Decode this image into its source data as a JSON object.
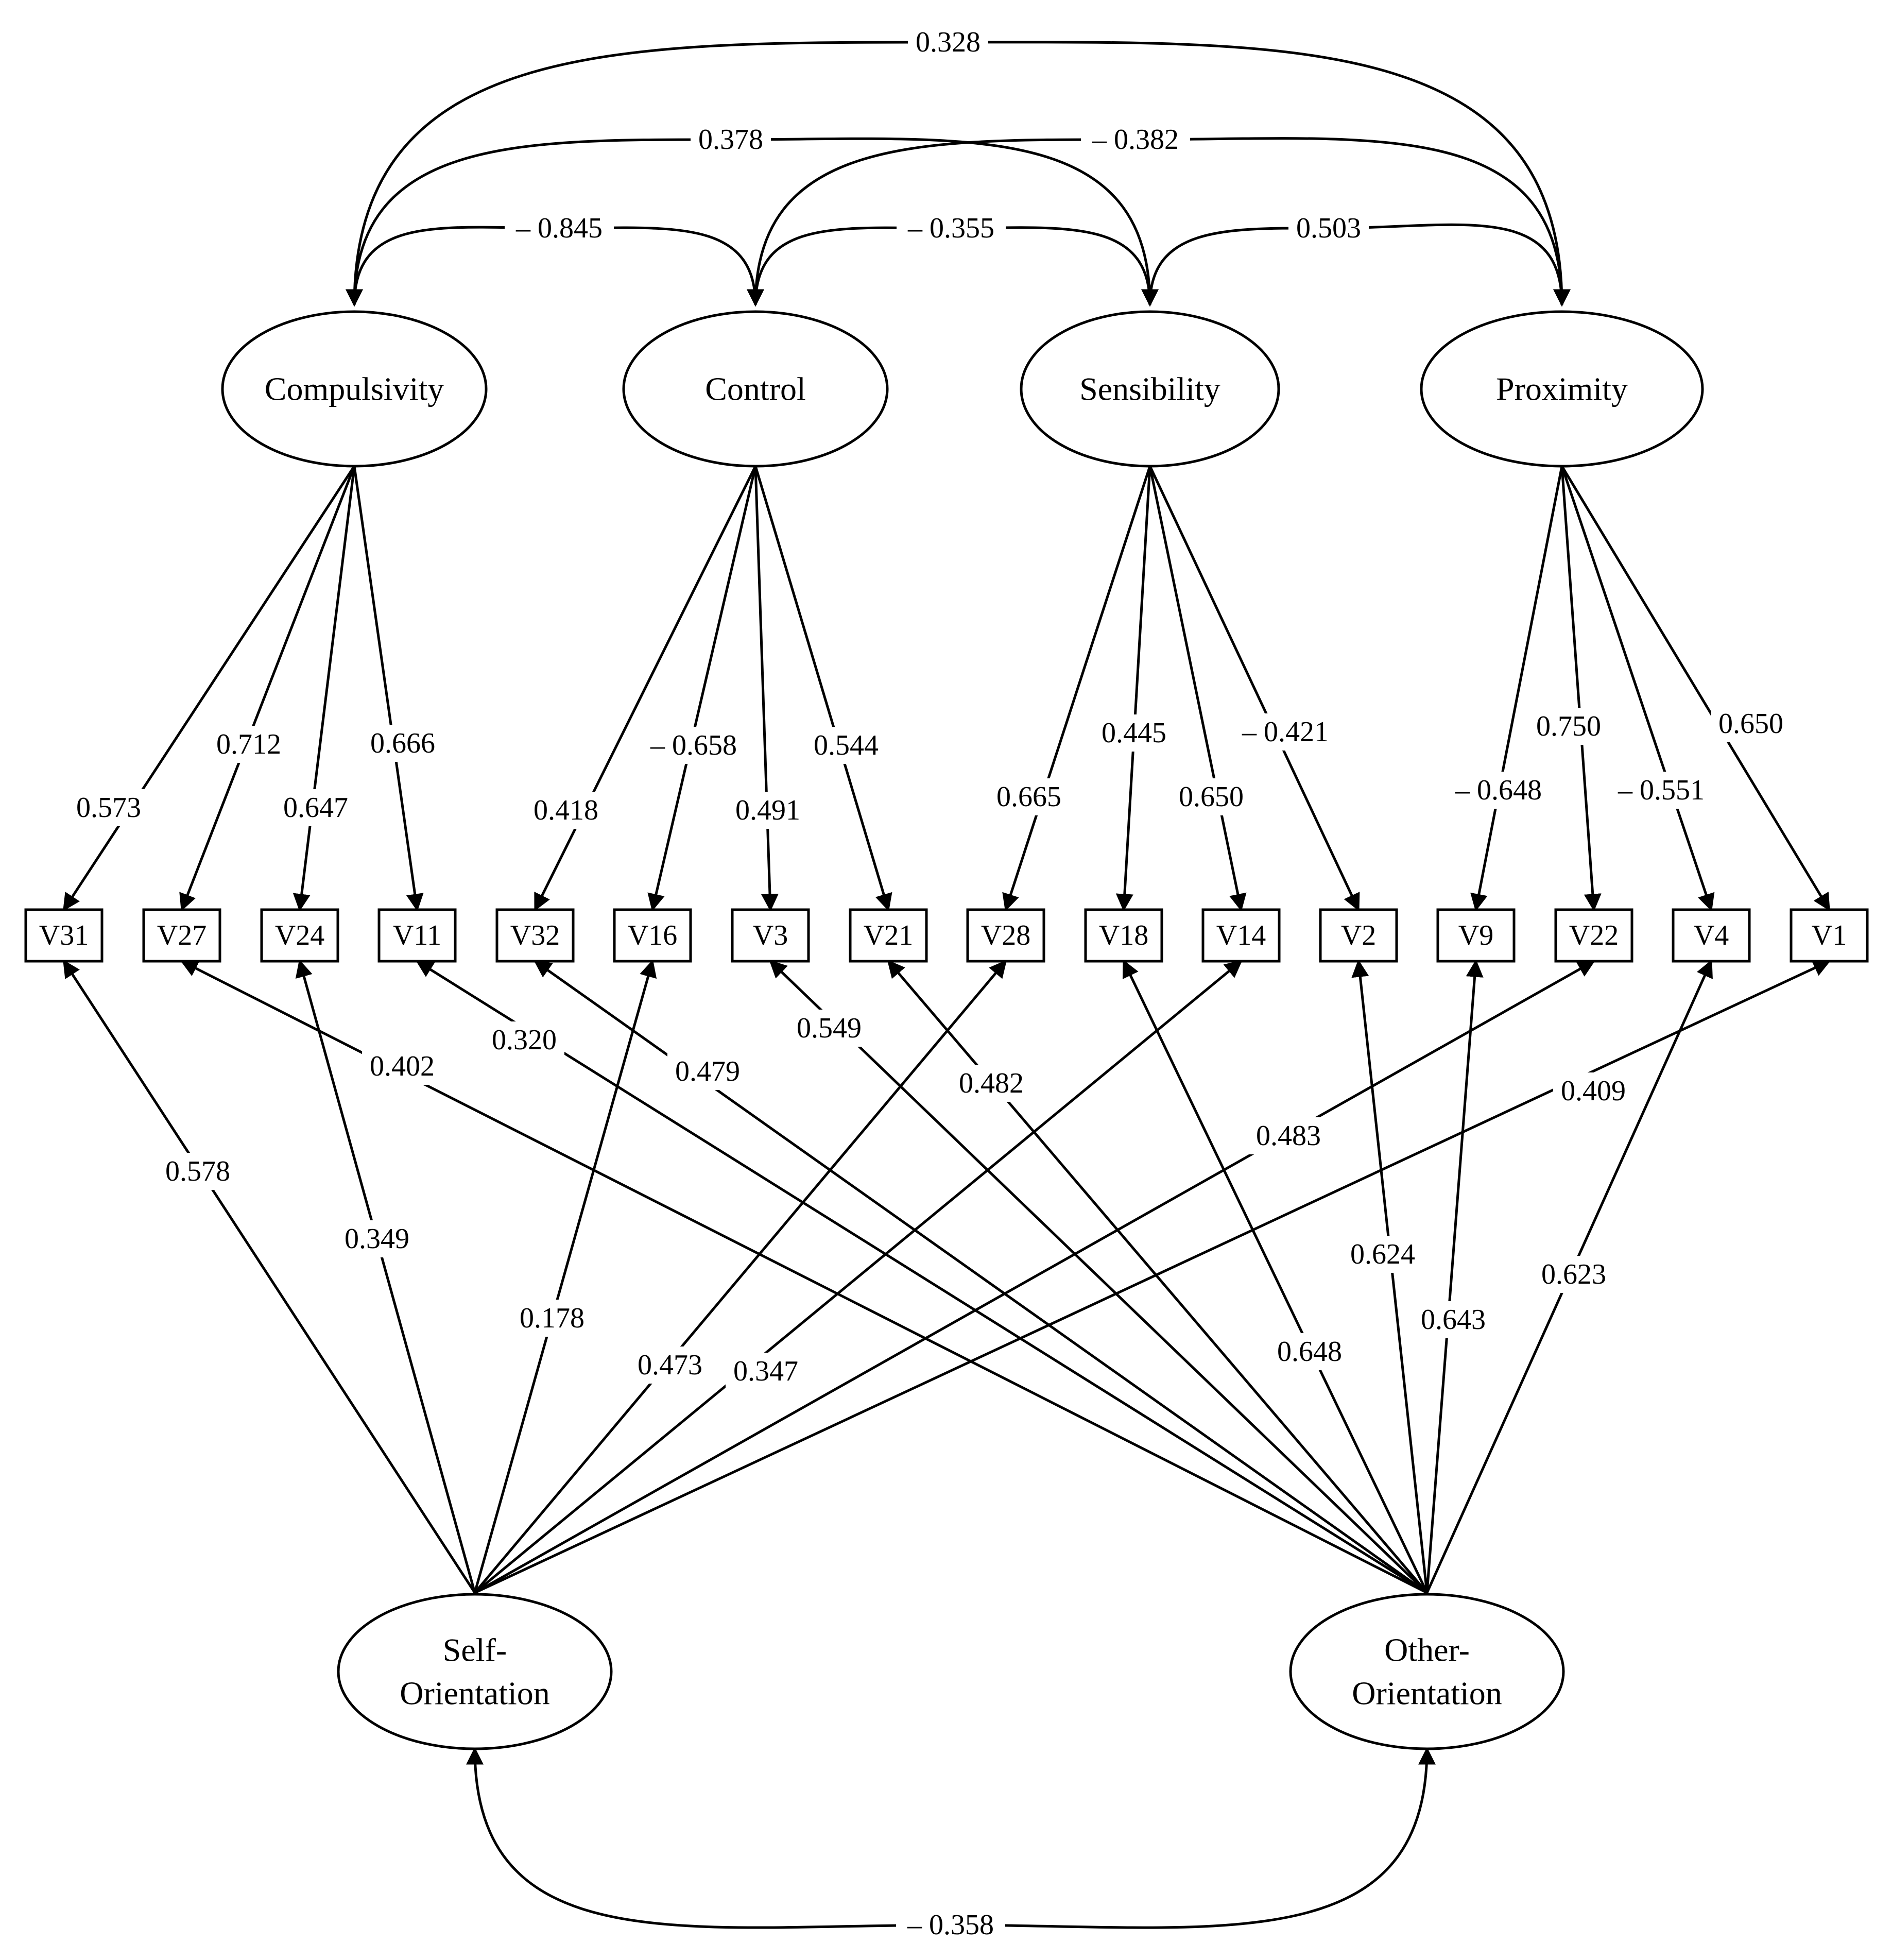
{
  "latents": [
    {
      "id": "compulsivity",
      "label": "Compulsivity"
    },
    {
      "id": "control",
      "label": "Control"
    },
    {
      "id": "sensibility",
      "label": "Sensibility"
    },
    {
      "id": "proximity",
      "label": "Proximity"
    },
    {
      "id": "self",
      "label": "Self-\nOrientation"
    },
    {
      "id": "other",
      "label": "Other-\nOrientation"
    }
  ],
  "observed": [
    {
      "id": "V31",
      "label": "V31"
    },
    {
      "id": "V27",
      "label": "V27"
    },
    {
      "id": "V24",
      "label": "V24"
    },
    {
      "id": "V11",
      "label": "V11"
    },
    {
      "id": "V32",
      "label": "V32"
    },
    {
      "id": "V16",
      "label": "V16"
    },
    {
      "id": "V3",
      "label": "V3"
    },
    {
      "id": "V21",
      "label": "V21"
    },
    {
      "id": "V28",
      "label": "V28"
    },
    {
      "id": "V18",
      "label": "V18"
    },
    {
      "id": "V14",
      "label": "V14"
    },
    {
      "id": "V2",
      "label": "V2"
    },
    {
      "id": "V9",
      "label": "V9"
    },
    {
      "id": "V22",
      "label": "V22"
    },
    {
      "id": "V4",
      "label": "V4"
    },
    {
      "id": "V1",
      "label": "V1"
    }
  ],
  "correlations": [
    {
      "from": "compulsivity",
      "to": "proximity",
      "value": "0.328"
    },
    {
      "from": "compulsivity",
      "to": "sensibility",
      "value": "0.378"
    },
    {
      "from": "control",
      "to": "proximity",
      "value": "– 0.382"
    },
    {
      "from": "compulsivity",
      "to": "control",
      "value": "– 0.845"
    },
    {
      "from": "control",
      "to": "sensibility",
      "value": "– 0.355"
    },
    {
      "from": "sensibility",
      "to": "proximity",
      "value": "0.503"
    },
    {
      "from": "self",
      "to": "other",
      "value": "– 0.358"
    }
  ],
  "loadings": [
    {
      "from": "compulsivity",
      "to": "V31",
      "value": "0.573"
    },
    {
      "from": "compulsivity",
      "to": "V27",
      "value": "0.712"
    },
    {
      "from": "compulsivity",
      "to": "V24",
      "value": "0.647"
    },
    {
      "from": "compulsivity",
      "to": "V11",
      "value": "0.666"
    },
    {
      "from": "control",
      "to": "V32",
      "value": "0.418"
    },
    {
      "from": "control",
      "to": "V16",
      "value": "– 0.658"
    },
    {
      "from": "control",
      "to": "V3",
      "value": "0.491"
    },
    {
      "from": "control",
      "to": "V21",
      "value": "0.544"
    },
    {
      "from": "sensibility",
      "to": "V28",
      "value": "0.665"
    },
    {
      "from": "sensibility",
      "to": "V18",
      "value": "0.445"
    },
    {
      "from": "sensibility",
      "to": "V14",
      "value": "0.650"
    },
    {
      "from": "sensibility",
      "to": "V2",
      "value": "– 0.421"
    },
    {
      "from": "proximity",
      "to": "V9",
      "value": "– 0.648"
    },
    {
      "from": "proximity",
      "to": "V22",
      "value": "0.750"
    },
    {
      "from": "proximity",
      "to": "V4",
      "value": "– 0.551"
    },
    {
      "from": "proximity",
      "to": "V1",
      "value": "0.650"
    },
    {
      "from": "self",
      "to": "V31",
      "value": "0.578"
    },
    {
      "from": "self",
      "to": "V24",
      "value": "0.349"
    },
    {
      "from": "self",
      "to": "V16",
      "value": "0.178"
    },
    {
      "from": "self",
      "to": "V28",
      "value": "0.473"
    },
    {
      "from": "self",
      "to": "V14",
      "value": "0.347"
    },
    {
      "from": "self",
      "to": "V22",
      "value": "0.483"
    },
    {
      "from": "self",
      "to": "V1",
      "value": "0.409"
    },
    {
      "from": "other",
      "to": "V27",
      "value": "0.402"
    },
    {
      "from": "other",
      "to": "V11",
      "value": "0.320"
    },
    {
      "from": "other",
      "to": "V32",
      "value": "0.479"
    },
    {
      "from": "other",
      "to": "V3",
      "value": "0.549"
    },
    {
      "from": "other",
      "to": "V21",
      "value": "0.482"
    },
    {
      "from": "other",
      "to": "V18",
      "value": "0.648"
    },
    {
      "from": "other",
      "to": "V2",
      "value": "0.624"
    },
    {
      "from": "other",
      "to": "V9",
      "value": "0.643"
    },
    {
      "from": "other",
      "to": "V4",
      "value": "0.623"
    }
  ]
}
